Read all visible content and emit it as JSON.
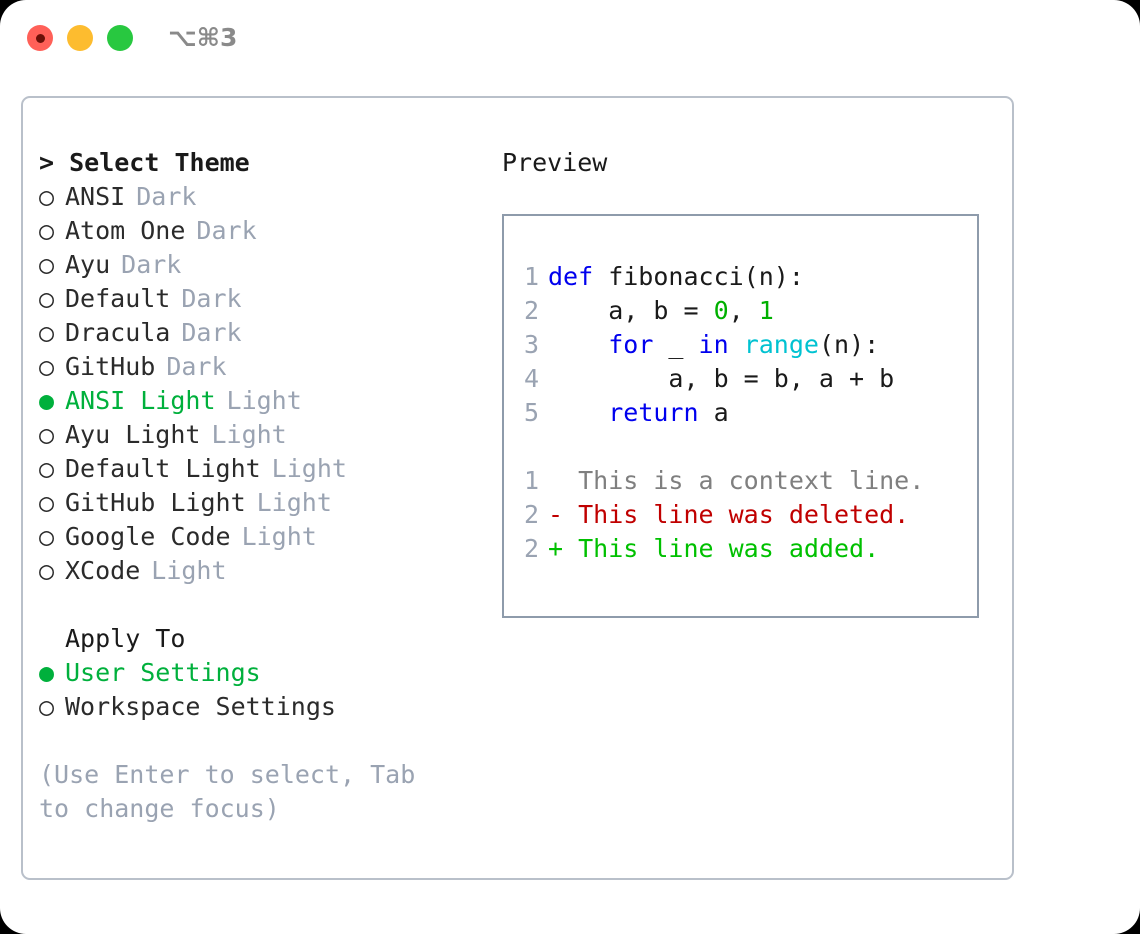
{
  "window": {
    "shortcut_label": "⌥⌘3",
    "traffic_lights": [
      {
        "name": "close",
        "color": "#ff6058"
      },
      {
        "name": "minimize",
        "color": "#fdbc2f"
      },
      {
        "name": "zoom",
        "color": "#28c840"
      }
    ]
  },
  "theme_panel": {
    "heading": "> Select Theme",
    "options": [
      {
        "bullet": "○",
        "name": "ANSI",
        "tag": "Dark",
        "selected": false
      },
      {
        "bullet": "○",
        "name": "Atom One",
        "tag": "Dark",
        "selected": false
      },
      {
        "bullet": "○",
        "name": "Ayu",
        "tag": "Dark",
        "selected": false
      },
      {
        "bullet": "○",
        "name": "Default",
        "tag": "Dark",
        "selected": false
      },
      {
        "bullet": "○",
        "name": "Dracula",
        "tag": "Dark",
        "selected": false
      },
      {
        "bullet": "○",
        "name": "GitHub",
        "tag": "Dark",
        "selected": false
      },
      {
        "bullet": "●",
        "name": "ANSI Light",
        "tag": "Light",
        "selected": true
      },
      {
        "bullet": "○",
        "name": "Ayu Light",
        "tag": "Light",
        "selected": false
      },
      {
        "bullet": "○",
        "name": "Default Light",
        "tag": "Light",
        "selected": false
      },
      {
        "bullet": "○",
        "name": "GitHub Light",
        "tag": "Light",
        "selected": false
      },
      {
        "bullet": "○",
        "name": "Google Code",
        "tag": "Light",
        "selected": false
      },
      {
        "bullet": "○",
        "name": "XCode",
        "tag": "Light",
        "selected": false
      }
    ]
  },
  "apply_to": {
    "heading": "Apply To",
    "options": [
      {
        "bullet": "●",
        "name": "User Settings",
        "selected": true
      },
      {
        "bullet": "○",
        "name": "Workspace Settings",
        "selected": false
      }
    ]
  },
  "hint": "(Use Enter to select, Tab to change focus)",
  "preview": {
    "heading": "Preview",
    "code_lines": [
      {
        "no": "1",
        "tokens": [
          {
            "t": "def",
            "c": "kw"
          },
          {
            "t": " fibonacci(n):",
            "c": "plain"
          }
        ]
      },
      {
        "no": "2",
        "tokens": [
          {
            "t": "    a, b = ",
            "c": "plain"
          },
          {
            "t": "0",
            "c": "num"
          },
          {
            "t": ", ",
            "c": "plain"
          },
          {
            "t": "1",
            "c": "num"
          }
        ]
      },
      {
        "no": "3",
        "tokens": [
          {
            "t": "    ",
            "c": "plain"
          },
          {
            "t": "for",
            "c": "kw"
          },
          {
            "t": " _ ",
            "c": "plain"
          },
          {
            "t": "in",
            "c": "kw"
          },
          {
            "t": " ",
            "c": "plain"
          },
          {
            "t": "range",
            "c": "fn"
          },
          {
            "t": "(n):",
            "c": "plain"
          }
        ]
      },
      {
        "no": "4",
        "tokens": [
          {
            "t": "        a, b = b, a + b",
            "c": "plain"
          }
        ]
      },
      {
        "no": "5",
        "tokens": [
          {
            "t": "    ",
            "c": "plain"
          },
          {
            "t": "return",
            "c": "kw"
          },
          {
            "t": " a",
            "c": "plain"
          }
        ]
      }
    ],
    "diff_lines": [
      {
        "no": "1",
        "marker": "  ",
        "text": "This is a context line.",
        "kind": "ctx"
      },
      {
        "no": "2",
        "marker": "- ",
        "text": "This line was deleted.",
        "kind": "del"
      },
      {
        "no": "2",
        "marker": "+ ",
        "text": "This line was added.",
        "kind": "add"
      }
    ]
  }
}
